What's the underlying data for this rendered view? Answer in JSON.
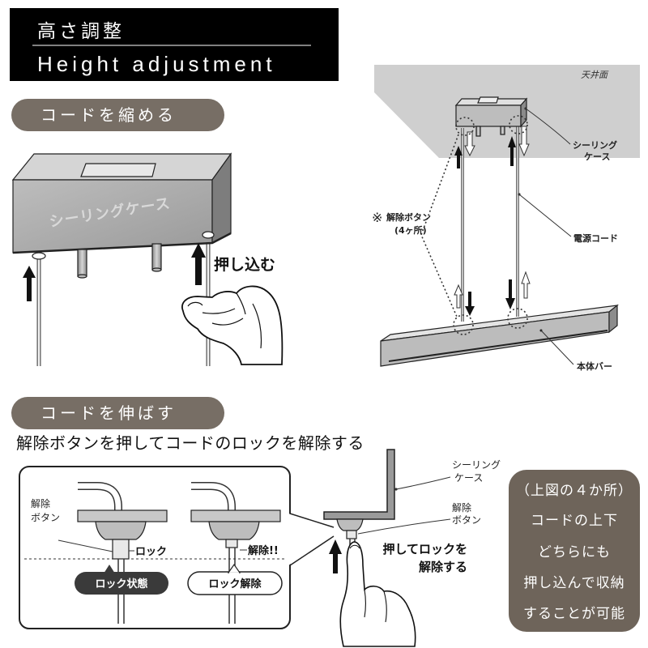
{
  "header": {
    "title_ja": "高さ調整",
    "title_en": "Height adjustment"
  },
  "shorten": {
    "label": "コードを縮める",
    "case_text": "シーリングケース",
    "push_text": "押し込む"
  },
  "overview": {
    "ceiling_label": "天井面",
    "case_label": [
      "シーリング",
      "ケース"
    ],
    "release_mark": "※",
    "release_label": "解除ボタン",
    "release_count": "(4ヶ所)",
    "cord_label": "電源コード",
    "bar_label": "本体バー"
  },
  "extend": {
    "label": "コードを伸ばす",
    "instruction": "解除ボタンを押してコードのロックを解除する"
  },
  "detail": {
    "button_label": [
      "解除",
      "ボタン"
    ],
    "lock_text": "ロック",
    "locked_state": "ロック状態",
    "release_text": "解除!!",
    "unlocked_state": "ロック解除"
  },
  "side": {
    "case_label": [
      "シーリング",
      "ケース"
    ],
    "button_label": [
      "解除",
      "ボタン"
    ],
    "push_text": [
      "押してロックを",
      "解除する"
    ]
  },
  "note": {
    "lines": [
      "（上図の４か所）",
      "コードの上下",
      "どちらにも",
      "押し込んで収納",
      "することが可能"
    ]
  },
  "colors": {
    "header_bg": "#000000",
    "pill_bg": "#776e65",
    "note_bg": "#6e645a",
    "dark_pill": "#3a3a3a"
  }
}
